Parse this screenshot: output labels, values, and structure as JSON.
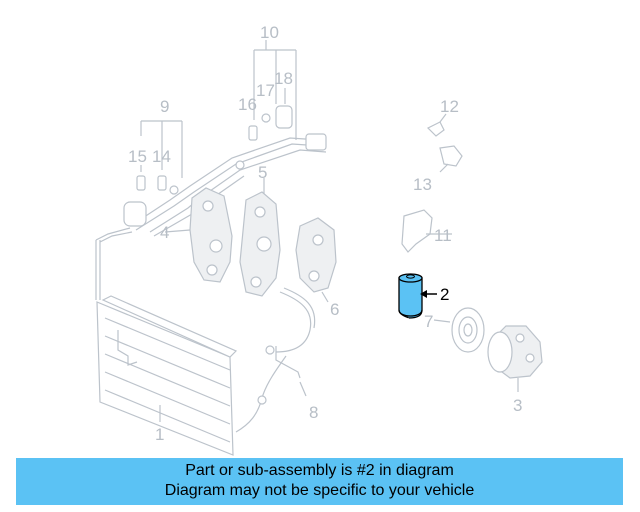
{
  "callouts": {
    "c1": "1",
    "c2": "2",
    "c3": "3",
    "c4": "4",
    "c5": "5",
    "c6": "6",
    "c7": "7",
    "c8": "8",
    "c9": "9",
    "c10": "10",
    "c11": "11",
    "c12": "12",
    "c13": "13",
    "c14": "14",
    "c15": "15",
    "c16": "16",
    "c17": "17",
    "c18": "18"
  },
  "highlighted_part": {
    "number": "2",
    "color": "#5bc2f4"
  },
  "banner": {
    "line1": "Part or sub-assembly is #2 in diagram",
    "line2": "Diagram may not be specific to your vehicle",
    "background": "#5bc2f4"
  }
}
